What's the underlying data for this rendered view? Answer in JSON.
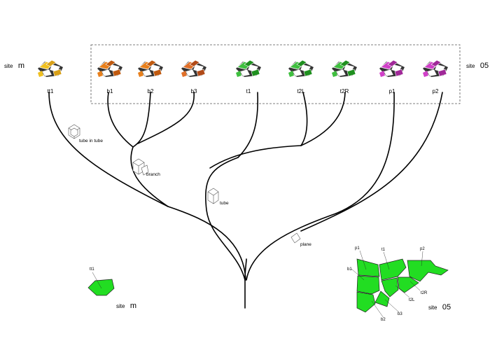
{
  "site_m": {
    "prefix": "site",
    "name": "m"
  },
  "site_05": {
    "prefix": "site",
    "name": "05"
  },
  "nodes": [
    {
      "label": "tt1",
      "colors": [
        "#f0c020",
        "#d8a018",
        "#333333"
      ]
    },
    {
      "label": "b1",
      "colors": [
        "#e8801c",
        "#c05a10",
        "#333333"
      ]
    },
    {
      "label": "b2",
      "colors": [
        "#e8801c",
        "#c05a10",
        "#333333"
      ]
    },
    {
      "label": "b3",
      "colors": [
        "#e0702a",
        "#b04a18",
        "#333333"
      ]
    },
    {
      "label": "t1",
      "colors": [
        "#3fbf3f",
        "#1f8f1f",
        "#333333"
      ]
    },
    {
      "label": "t2L",
      "colors": [
        "#3fbf3f",
        "#1f8f1f",
        "#333333"
      ]
    },
    {
      "label": "t2R",
      "colors": [
        "#3fbf3f",
        "#1f8f1f",
        "#333333"
      ]
    },
    {
      "label": "p1",
      "colors": [
        "#d040c8",
        "#a02898",
        "#333333"
      ]
    },
    {
      "label": "p2",
      "colors": [
        "#d040c8",
        "#a02898",
        "#333333"
      ]
    }
  ],
  "annotations": [
    {
      "label": "tube in tube",
      "icon": "nested-box-icon"
    },
    {
      "label": "branch",
      "icon": "branch-box-icon"
    },
    {
      "label": "tube",
      "icon": "tube-box-icon"
    },
    {
      "label": "plane",
      "icon": "plane-icon"
    }
  ],
  "site_m_map": {
    "parcel": "tt1",
    "fill": "#22dd22"
  },
  "site_05_map": {
    "fill": "#22dd22",
    "labels": [
      "p1",
      "t1",
      "p2",
      "b1",
      "t2R",
      "t2L",
      "b3",
      "b2"
    ]
  }
}
